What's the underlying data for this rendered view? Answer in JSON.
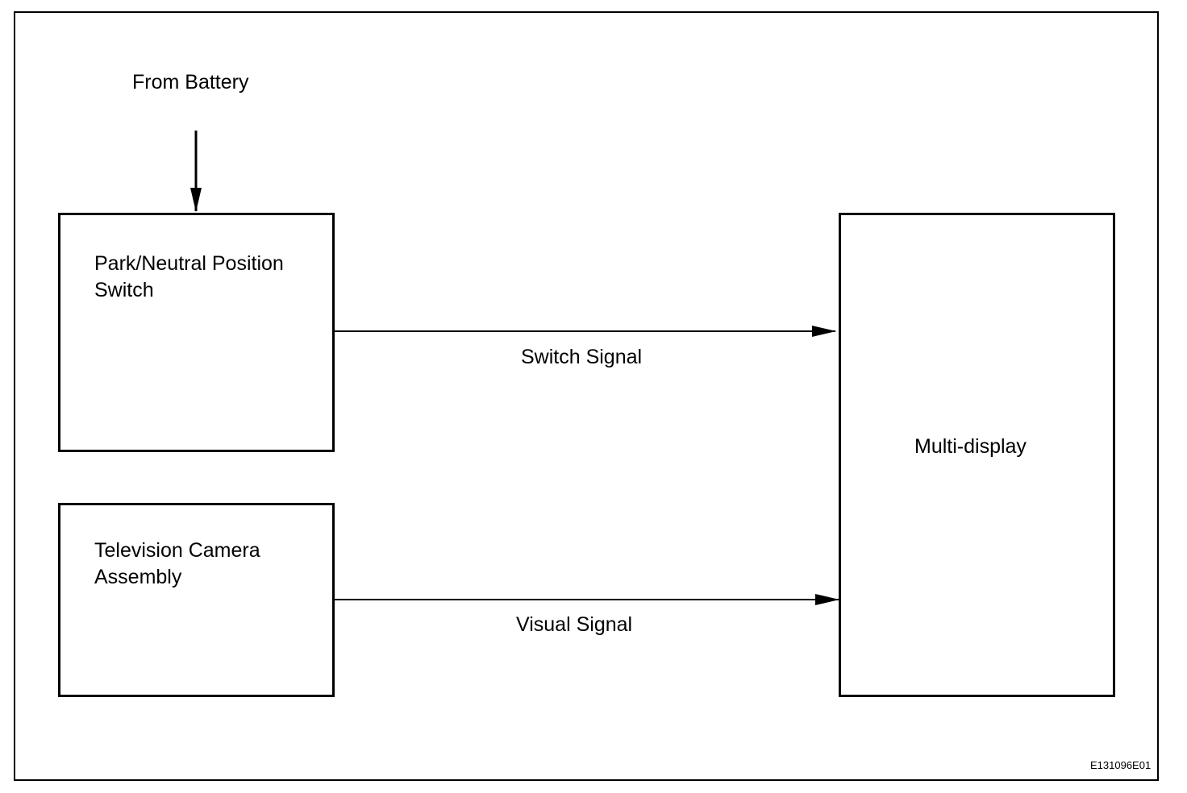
{
  "diagram": {
    "source_label": "From Battery",
    "blocks": {
      "park_neutral_switch": "Park/Neutral Position\nSwitch",
      "tv_camera": "Television Camera\nAssembly",
      "multi_display": "Multi-display"
    },
    "signals": {
      "switch_signal": "Switch Signal",
      "visual_signal": "Visual Signal"
    },
    "figure_code": "E131096E01"
  }
}
